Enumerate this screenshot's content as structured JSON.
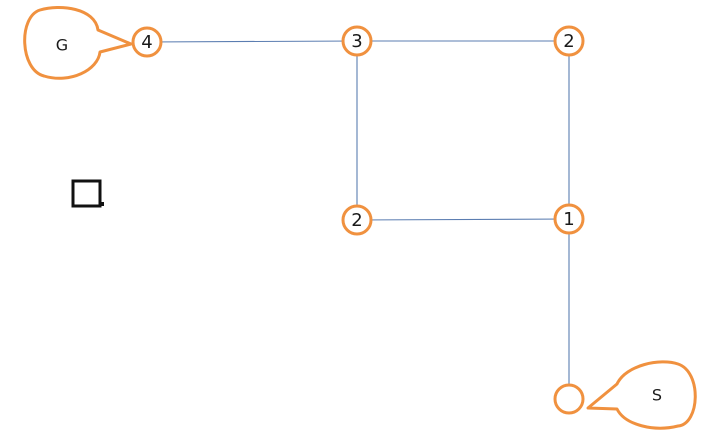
{
  "diagram": {
    "nodes": [
      {
        "id": "n4",
        "label": "4"
      },
      {
        "id": "n3",
        "label": "3"
      },
      {
        "id": "n2-top",
        "label": "2"
      },
      {
        "id": "n2-mid",
        "label": "2"
      },
      {
        "id": "n1",
        "label": "1"
      },
      {
        "id": "n-start",
        "label": ""
      }
    ],
    "edges": [
      {
        "from": "n4",
        "to": "n3"
      },
      {
        "from": "n3",
        "to": "n2-top"
      },
      {
        "from": "n3",
        "to": "n2-mid"
      },
      {
        "from": "n2-mid",
        "to": "n1"
      },
      {
        "from": "n2-top",
        "to": "n1"
      },
      {
        "from": "n1",
        "to": "n-start"
      }
    ],
    "callouts": [
      {
        "id": "goal",
        "label": "G",
        "target": "n4"
      },
      {
        "id": "start",
        "label": "S",
        "target": "n-start"
      }
    ],
    "colors": {
      "node_ring": "#f0913f",
      "edge": "#5b7db1",
      "text": "#1a1a1a"
    },
    "icons": [
      "square-outline-icon"
    ]
  }
}
